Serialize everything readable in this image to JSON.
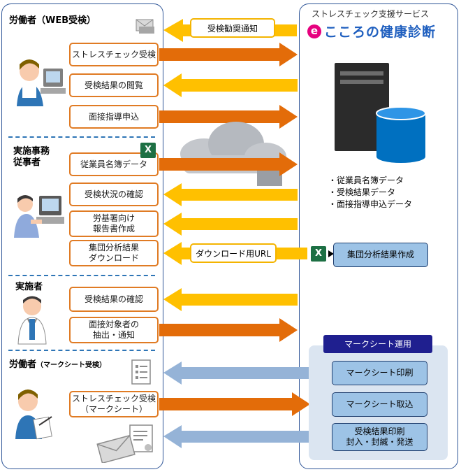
{
  "service": {
    "subtitle": "ストレスチェック支援サービス",
    "logo_text": "こころの健康診断",
    "logo_mark": "e"
  },
  "sections": {
    "web_worker": {
      "title": "労働者（WEB受検）",
      "boxes": [
        "ストレスチェック受検",
        "受検結果の閲覧",
        "面接指導申込"
      ]
    },
    "staff": {
      "title": "実施事務\n従事者",
      "boxes": [
        "従業員名簿データ",
        "受検状況の確認",
        "労基署向け\n報告書作成",
        "集団分析結果\nダウンロード"
      ]
    },
    "implementer": {
      "title": "実施者",
      "boxes": [
        "受検結果の確認",
        "面接対象者の\n抽出・通知"
      ]
    },
    "mark_worker": {
      "title_main": "労働者",
      "title_sub": "（マークシート受検）",
      "boxes": [
        "ストレスチェック受検\n（マークシート）"
      ]
    }
  },
  "labels": {
    "notice": "受検勧奨通知",
    "download_url": "ダウンロード用URL"
  },
  "data_list": [
    "・従業員名簿データ",
    "・受検結果データ",
    "・面接指導申込データ"
  ],
  "group_analysis": "集団分析結果作成",
  "marksheet": {
    "header": "マークシート運用",
    "boxes": [
      "マークシート印刷",
      "マークシート取込",
      "受検結果印刷\n封入・封緘・発送"
    ]
  },
  "colors": {
    "panel_border": "#2e5597",
    "orange": "#e36c09",
    "yellow": "#ffc000",
    "light_blue_arrow": "#95b3d7",
    "navy_header": "#1f1f8f",
    "excel_green": "#1d7044"
  },
  "icons": [
    "envelope-icon",
    "excel-icon",
    "cloud-icon",
    "server-icon",
    "database-icon",
    "document-icon",
    "mail-icon",
    "worker-illustration",
    "office-worker-illustration",
    "doctor-illustration"
  ]
}
